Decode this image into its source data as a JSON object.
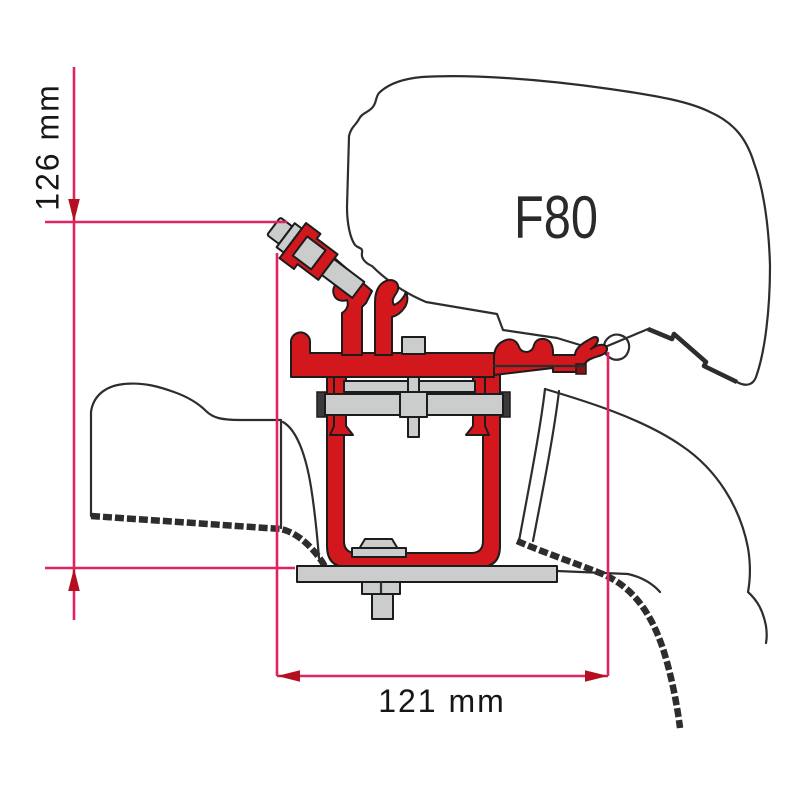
{
  "diagram": {
    "product_label": "F80",
    "dimensions": {
      "vertical_label": "126 mm",
      "horizontal_label": "121 mm"
    },
    "colors": {
      "bracket_red": "#d2181d",
      "bracket_dark_red": "#8b1113",
      "metal_gray": "#cbcdcc",
      "dimension_pink": "#e02460",
      "arrow_red": "#b50f22",
      "outline_dark": "#2d2d2d"
    }
  }
}
